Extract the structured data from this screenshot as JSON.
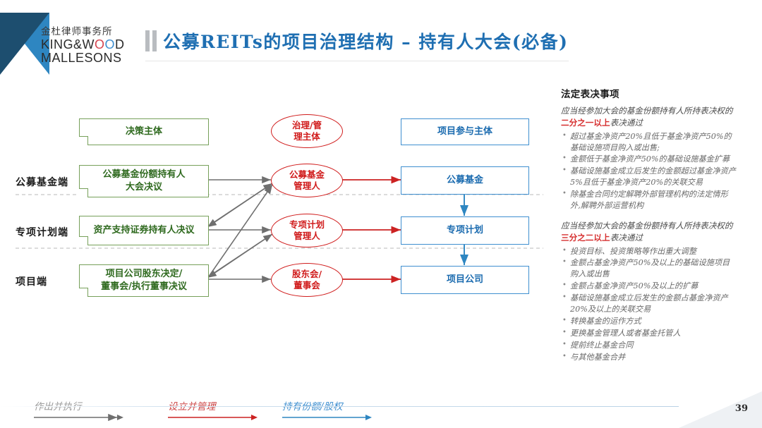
{
  "brand": {
    "cn": "金杜律师事务所",
    "line1_a": "KING&W",
    "line1_ring1": "O",
    "line1_ring2": "O",
    "line1_b": "D",
    "line2": "MALLESONS",
    "logo_icon": "kwm-triangle-logo"
  },
  "header": {
    "title": "公募REITs的项目治理结构 – 持有人大会(必备)",
    "accent_color": "#1f6fb2"
  },
  "diagram": {
    "column_headers": [
      {
        "id": "decision",
        "label": "决策主体",
        "shape": "pentagon",
        "color": "#2f6a1f"
      },
      {
        "id": "governance",
        "label": "治理/管\n理主体",
        "line1": "治理/管",
        "line2": "理主体",
        "shape": "ellipse",
        "color": "#d01b1b"
      },
      {
        "id": "participants",
        "label": "项目参与主体",
        "shape": "rect",
        "color": "#1c6cb0"
      }
    ],
    "row_labels": [
      "公募基金端",
      "专项计划端",
      "项目端"
    ],
    "rows": [
      {
        "row_label": "公募基金端",
        "decision_line1": "公募基金份额持有人",
        "decision_line2": "大会决议",
        "governance_line1": "公募基金",
        "governance_line2": "管理人",
        "participant": "公募基金"
      },
      {
        "row_label": "专项计划端",
        "decision_line1": "资产支持证券持有人决议",
        "decision_line2": "",
        "governance_line1": "专项计划",
        "governance_line2": "管理人",
        "participant": "专项计划"
      },
      {
        "row_label": "项目端",
        "decision_line1": "项目公司股东决定/",
        "decision_line2": "董事会/执行董事决议",
        "governance_line1": "股东会/",
        "governance_line2": "董事会",
        "participant": "项目公司"
      }
    ],
    "legend": [
      {
        "label": "作出并执行",
        "color": "#808080"
      },
      {
        "label": "设立并管理",
        "color": "#cc2222"
      },
      {
        "label": "持有份额/股权",
        "color": "#2e86c1"
      }
    ]
  },
  "panel": {
    "heading": "法定表决事项",
    "section1": {
      "lead_pre": "应当经参加大会的基金份额持有人所持表决权的",
      "lead_highlight": "二分之一以上",
      "lead_post": "表决通过",
      "items": [
        "超过基金净资产20%且低于基金净资产50%的基础设施项目购入或出售;",
        "金额低于基金净资产50%的基础设施基金扩募",
        "基础设施基金成立后发生的金额超过基金净资产5%且低于基金净资产20%的关联交易",
        "除基金合同约定解聘外部管理机构的法定情形外,解聘外部运营机构"
      ]
    },
    "section2": {
      "lead_pre": "应当经参加大会的基金份额持有人所持表决权的",
      "lead_highlight": "三分之二以上",
      "lead_post": "表决通过",
      "items": [
        "投资目标、投资策略等作出重大调整",
        "金额占基金净资产50%及以上的基础设施项目购入或出售",
        "金额占基金净资产50%及以上的扩募",
        "基础设施基金成立后发生的金额占基金净资产20%及以上的关联交易",
        "转换基金的运作方式",
        "更换基金管理人或者基金托管人",
        "提前终止基金合同",
        "与其他基金合并"
      ]
    }
  },
  "footer": {
    "page_number": "39"
  }
}
